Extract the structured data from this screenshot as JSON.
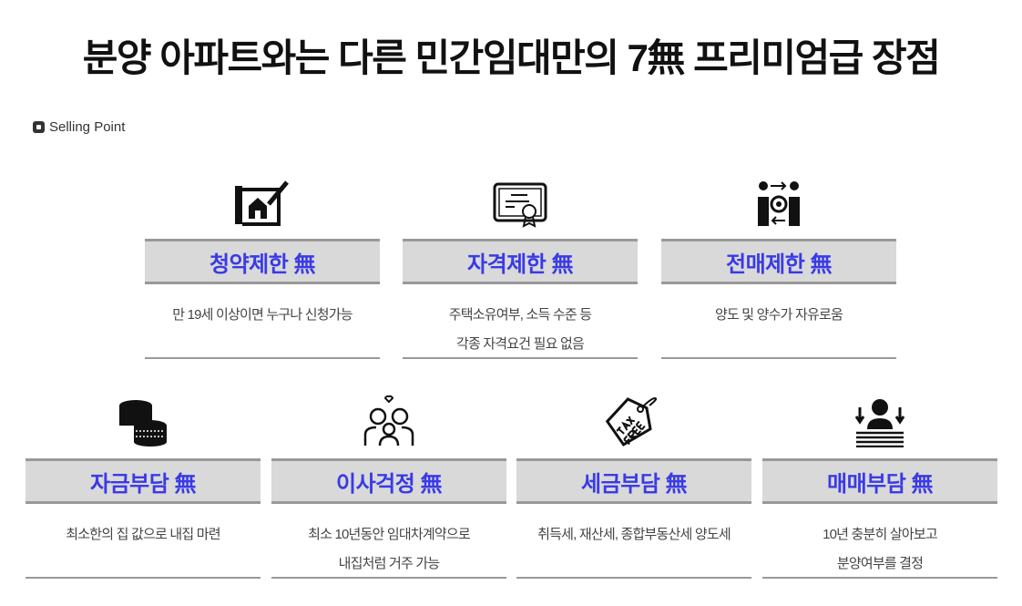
{
  "title": "분양 아파트와는 다른 민간임대만의 7無 프리미엄급 장점",
  "section_label": "Selling Point",
  "cards": [
    {
      "icon": "house-plan-icon",
      "heading": "청약제한 無",
      "lines": [
        "만 19세 이상이면 누구나 신청가능",
        ""
      ]
    },
    {
      "icon": "certificate-icon",
      "heading": "자격제한 無",
      "lines": [
        "주택소유여부, 소득 수준 등",
        "각종 자격요건 필요 없음"
      ]
    },
    {
      "icon": "exchange-people-icon",
      "heading": "전매제한 無",
      "lines": [
        "양도 및 양수가 자유로움",
        ""
      ]
    },
    {
      "icon": "coins-icon",
      "heading": "자금부담 無",
      "lines": [
        "최소한의 집 값으로 내집 마련",
        ""
      ]
    },
    {
      "icon": "family-icon",
      "heading": "이사걱정 無",
      "lines": [
        "최소 10년동안 임대차계약으로",
        "내집처럼 거주 가능"
      ]
    },
    {
      "icon": "tax-free-tag-icon",
      "heading": "세금부담 無",
      "lines": [
        "취득세, 재산세, 종합부동산세 양도세",
        ""
      ]
    },
    {
      "icon": "businessman-icon",
      "heading": "매매부담 無",
      "lines": [
        "10년 충분히 살아보고",
        "분양여부를 결정"
      ]
    }
  ]
}
